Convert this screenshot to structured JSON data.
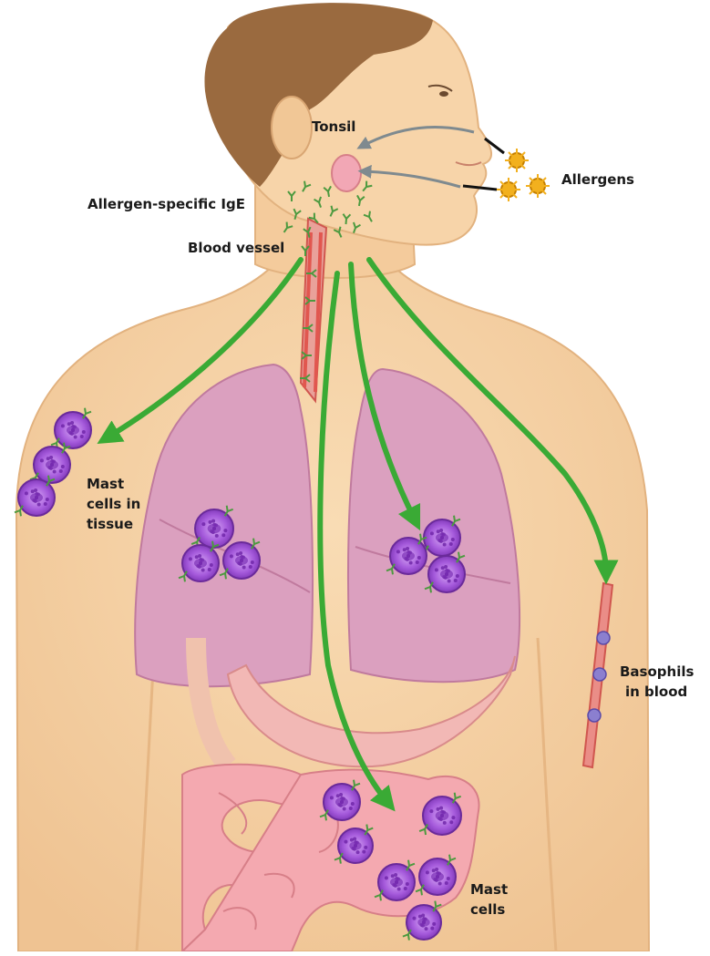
{
  "labels": {
    "tonsil": "Tonsil",
    "allergens": "Allergens",
    "ige": "Allergen-specific IgE",
    "blood_vessel": "Blood vessel",
    "mast_tissue_1": "Mast",
    "mast_tissue_2": "cells in",
    "mast_tissue_3": "tissue",
    "basophils_1": "Basophils",
    "basophils_2": "in blood",
    "mast_gut_1": "Mast",
    "mast_gut_2": "cells"
  },
  "colors": {
    "skin": "#f6d2a6",
    "skin_shadow": "#e8b886",
    "hair": "#9a6a3f",
    "lung": "#d98fb2",
    "stomach": "#f2b3b3",
    "intestine": "#f4a9b0",
    "arrow_green": "#3aaa35",
    "arrow_gray": "#7f8a8f",
    "mast_cell": "#9b4fd6",
    "vessel": "#e1574f",
    "allergen": "#f2b01e"
  }
}
